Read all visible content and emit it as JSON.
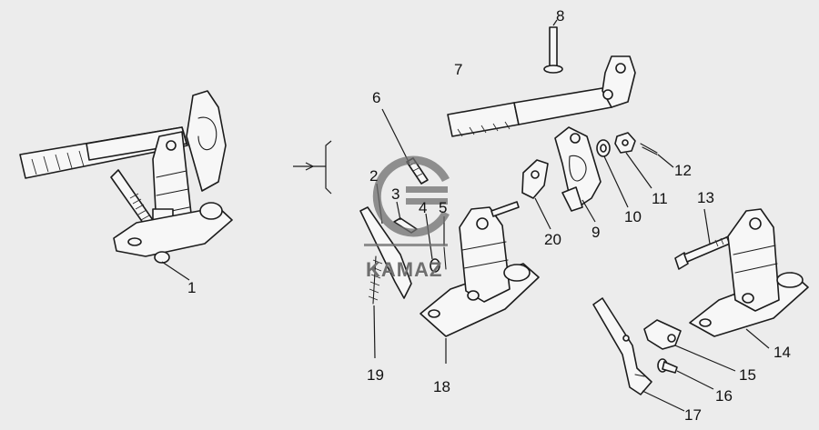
{
  "diagram": {
    "callouts": [
      "1",
      "2",
      "3",
      "4",
      "5",
      "6",
      "7",
      "8",
      "9",
      "10",
      "11",
      "12",
      "13",
      "14",
      "15",
      "16",
      "17",
      "18",
      "19",
      "20"
    ]
  },
  "watermark": {
    "text": "KAMAZ",
    "color": "#6f6f6f",
    "icon": "kamaz-logo-icon"
  },
  "colors": {
    "background": "#ececec",
    "line": "#1c1c1c"
  }
}
